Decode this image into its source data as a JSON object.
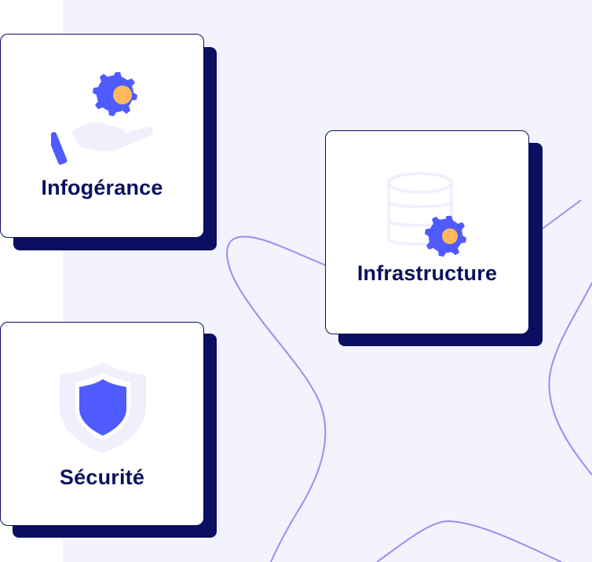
{
  "colors": {
    "background": "#f3f3fd",
    "card": "#ffffff",
    "card_shadow": "#0a0f5f",
    "label": "#0b1160",
    "accent_blue": "#4f5bff",
    "accent_orange": "#ffb85c",
    "icon_light": "#f0f0fc",
    "curve": "#9b8cf0"
  },
  "cards": [
    {
      "label": "Infogérance",
      "icon": "hand-gear-icon"
    },
    {
      "label": "Infrastructure",
      "icon": "database-gear-icon"
    },
    {
      "label": "Sécurité",
      "icon": "shield-icon"
    }
  ]
}
